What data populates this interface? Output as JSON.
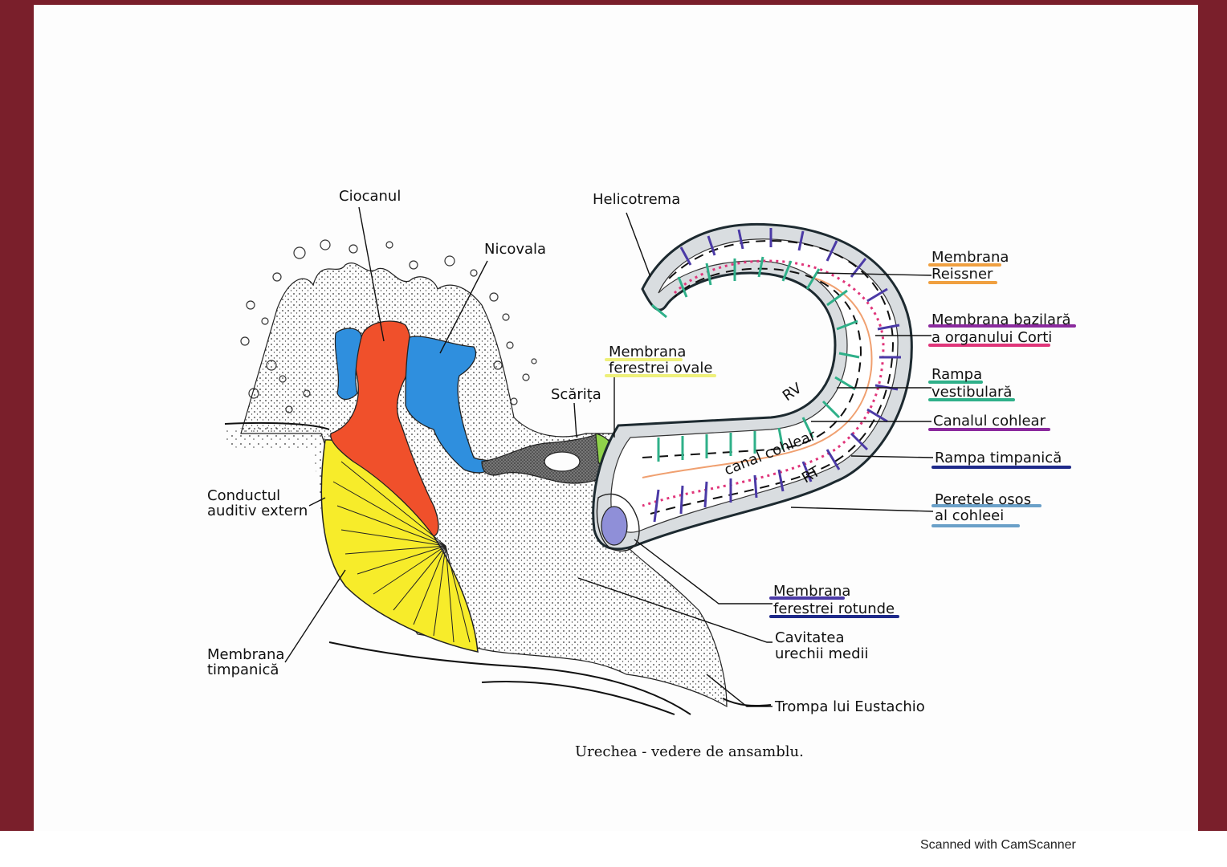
{
  "labels": {
    "ciocanul": "Ciocanul",
    "nicovala": "Nicovala",
    "helicotrema": "Helicotrema",
    "scarita": "Scărița",
    "membrana_ferestrei_ovale_1": "Membrana",
    "membrana_ferestrei_ovale_2": "ferestrei ovale",
    "conductul_1": "Conductul",
    "conductul_2": "auditiv extern",
    "membrana_timpanica_1": "Membrana",
    "membrana_timpanica_2": "timpanică",
    "reissner_1": "Membrana",
    "reissner_2": "Reissner",
    "bazilara_1": "Membrana bazilară",
    "bazilara_2": "a organului Corti",
    "rampa_vest_1": "Rampa",
    "rampa_vest_2": "vestibulară",
    "canalul_cohlear": "Canalul cohlear",
    "rampa_timpanica": "Rampa timpanică",
    "peretele_1": "Peretele osos",
    "peretele_2": "al cohleei",
    "fereastra_rotunda_1": "Membrana",
    "fereastra_rotunda_2": "ferestrei rotunde",
    "cavitatea_1": "Cavitatea",
    "cavitatea_2": "urechii medii",
    "trompa": "Trompa lui Eustachio",
    "rv": "RV",
    "rt": "RT",
    "canal_cohlear_inner": "canal cohlear"
  },
  "caption": "Urechea - vedere de ansamblu.",
  "watermark": "Scanned with CamScanner",
  "colors": {
    "hammer": "#f0502b",
    "anvil": "#2f8fde",
    "tympanic": "#f7ec2a",
    "reissner": "#e0357a",
    "basilar": "#8b2a9e",
    "vestibular": "#2fb089",
    "cochlear_canal": "#f0a070",
    "tympanic_scala": "#4b3aa6",
    "bone_wall": "#6aa0c8",
    "oval_window": "#8fd24a",
    "round_window": "#8f8fd8"
  }
}
